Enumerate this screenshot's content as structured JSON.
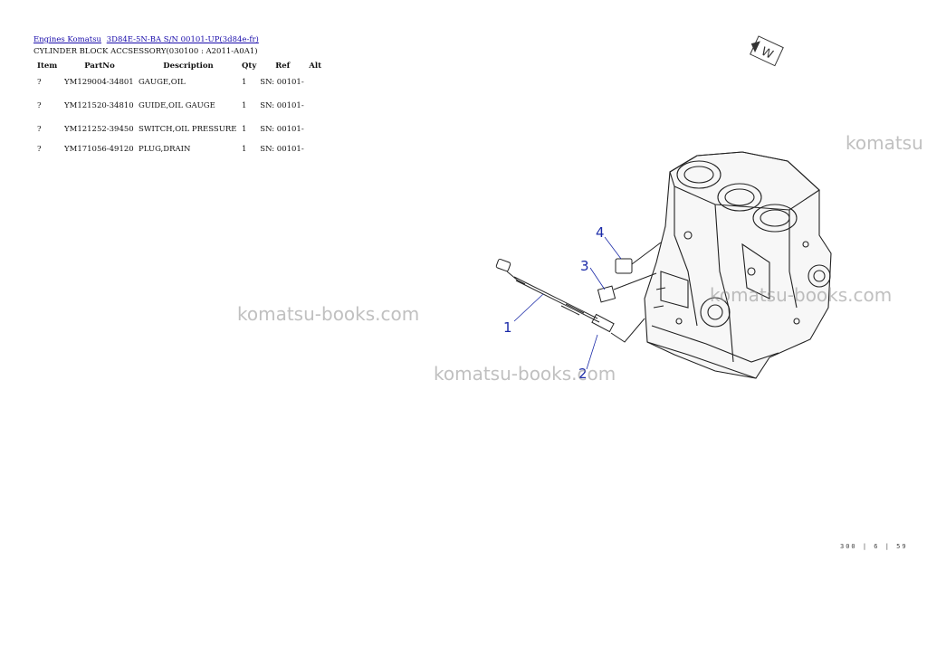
{
  "breadcrumb": {
    "link1": "Engines Komatsu",
    "link2": "3D84E-5N-BA S/N 00101-UP(3d84e-fr)"
  },
  "subtitle": "CYLINDER BLOCK ACCSESSORY(030100 : A2011-A0A1)",
  "table": {
    "headers": {
      "item": "Item",
      "part": "PartNo",
      "desc": "Description",
      "qty": "Qty",
      "ref": "Ref",
      "alt": "Alt"
    },
    "rows": [
      {
        "item": "?",
        "part": "YM129004-34801",
        "desc": "GAUGE,OIL",
        "qty": "1",
        "ref": "SN: 00101-"
      },
      {
        "item": "?",
        "part": "YM121520-34810",
        "desc": "GUIDE,OIL GAUGE",
        "qty": "1",
        "ref": "SN: 00101-"
      },
      {
        "item": "?",
        "part": "YM121252-39450",
        "desc": "SWITCH,OIL PRESSURE",
        "qty": "1",
        "ref": "SN: 00101-"
      },
      {
        "item": "?",
        "part": "YM171056-49120",
        "desc": "PLUG,DRAIN",
        "qty": "1",
        "ref": "SN: 00101-"
      }
    ]
  },
  "watermarks": {
    "w1": "komatsu",
    "w2": "komatsu-books.com",
    "w3": "komatsu-books.com",
    "w4": "komatsu-books.com"
  },
  "diagram": {
    "callouts": {
      "c1": "1",
      "c2": "2",
      "c3": "3",
      "c4": "4"
    },
    "emblem": "W"
  },
  "page_code": "300 | 6 | 59"
}
